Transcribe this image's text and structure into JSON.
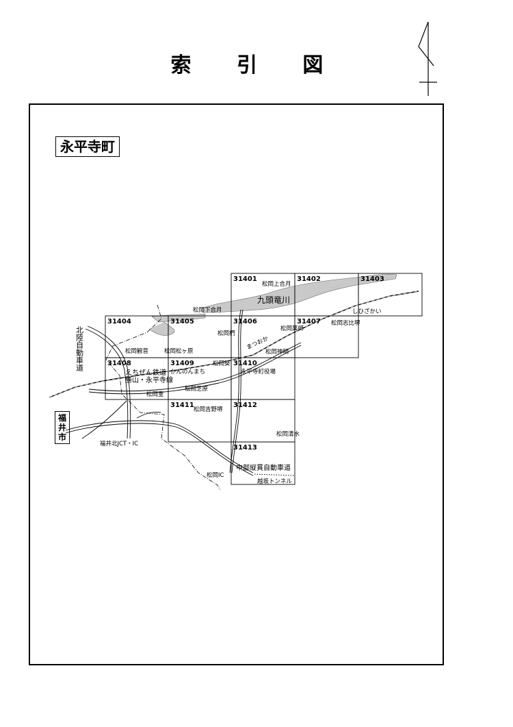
{
  "title": "索 引 図",
  "area_name": "永平寺町",
  "city_name": "福井市",
  "tiles": [
    {
      "id": "31401"
    },
    {
      "id": "31402"
    },
    {
      "id": "31403"
    },
    {
      "id": "31404"
    },
    {
      "id": "31405"
    },
    {
      "id": "31406"
    },
    {
      "id": "31407"
    },
    {
      "id": "31408"
    },
    {
      "id": "31409"
    },
    {
      "id": "31410"
    },
    {
      "id": "31411"
    },
    {
      "id": "31412"
    },
    {
      "id": "31413"
    }
  ],
  "places": {
    "kamiaizuki": "松岡上合月",
    "shimoaizuki": "松岡下合月",
    "kuzuryu": "九頭竜川",
    "shihigakai": "しひざかい",
    "shihiro": "松岡志比堺",
    "kamon": "松岡椚",
    "yakushi": "松岡薬師",
    "kannon": "松岡観音",
    "matsugahara": "松岡松ヶ原",
    "matsuoka_station": "まつおか",
    "shinmei": "松岡神明",
    "aoi": "松岡葵",
    "echizen_rail": "えちぜん鉄道",
    "katsuyama_line": "勝山・永平寺線",
    "kannon_machi": "かんのんまち",
    "town_office": "永平寺町役場",
    "shibahara": "松岡芝原",
    "muro": "松岡室",
    "yoshino": "松岡吉野堺",
    "shimizu": "松岡清水",
    "hokuriku_expwy": "北陸自動車道",
    "fukui_kita_jct": "福井北JCT・IC",
    "matsuoka_ic": "松岡IC",
    "chubu_expwy": "中部縦貫自動車道",
    "echisaka_tunnel": "越坂トンネル"
  }
}
